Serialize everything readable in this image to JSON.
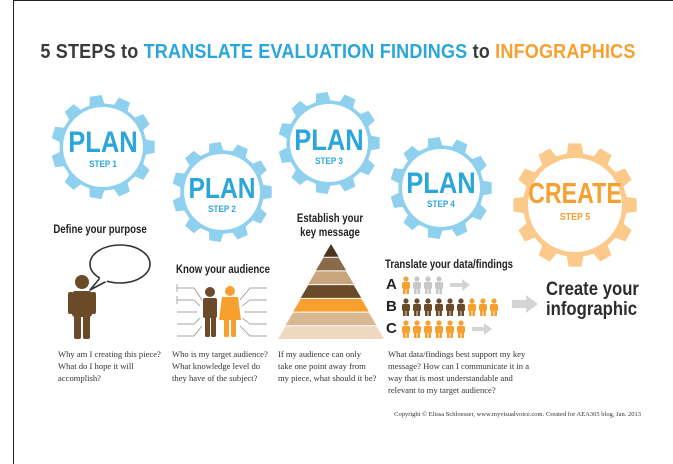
{
  "title": {
    "part1": "5 STEPS",
    "part2": "to",
    "part3": "TRANSLATE EVALUATION FINDINGS",
    "part4": "to",
    "part5": "INFOGRAPHICS"
  },
  "colors": {
    "blue": "#2aa6da",
    "light_blue": "#8fd0ef",
    "orange": "#f7a030",
    "light_orange": "#fbc98a",
    "dark": "#3a3a3a",
    "brown": "#6b4a2a"
  },
  "steps": [
    {
      "word": "PLAN",
      "step": "STEP 1",
      "heading": "Define your purpose",
      "desc": [
        "Why am I creating this piece?",
        "What do I hope it will",
        "accomplish?"
      ]
    },
    {
      "word": "PLAN",
      "step": "STEP 2",
      "heading": "Know your audience",
      "desc": [
        "Who is my target audience?",
        "What knowledge level do",
        "they have of the subject?"
      ]
    },
    {
      "word": "PLAN",
      "step": "STEP 3",
      "heading": "Establish your",
      "heading2": "key message",
      "desc": [
        "If my audience can only",
        "take one point away from",
        "my piece, what should it be?"
      ]
    },
    {
      "word": "PLAN",
      "step": "STEP 4",
      "heading": "Translate your data/findings",
      "desc": [
        "What data/findings best support my key",
        "message? How can I communicate it in a",
        "way that is most understandable and",
        "relevant to my target audience?"
      ]
    },
    {
      "word": "CREATE",
      "step": "STEP 5",
      "final_line1": "Create your",
      "final_line2": "infographic"
    }
  ],
  "rows": [
    "A",
    "B",
    "C"
  ],
  "copyright": "Copyright © Elissa Schloesser, www.myvisualvoice.com. Created for AEA365 blog, Jan. 2013"
}
